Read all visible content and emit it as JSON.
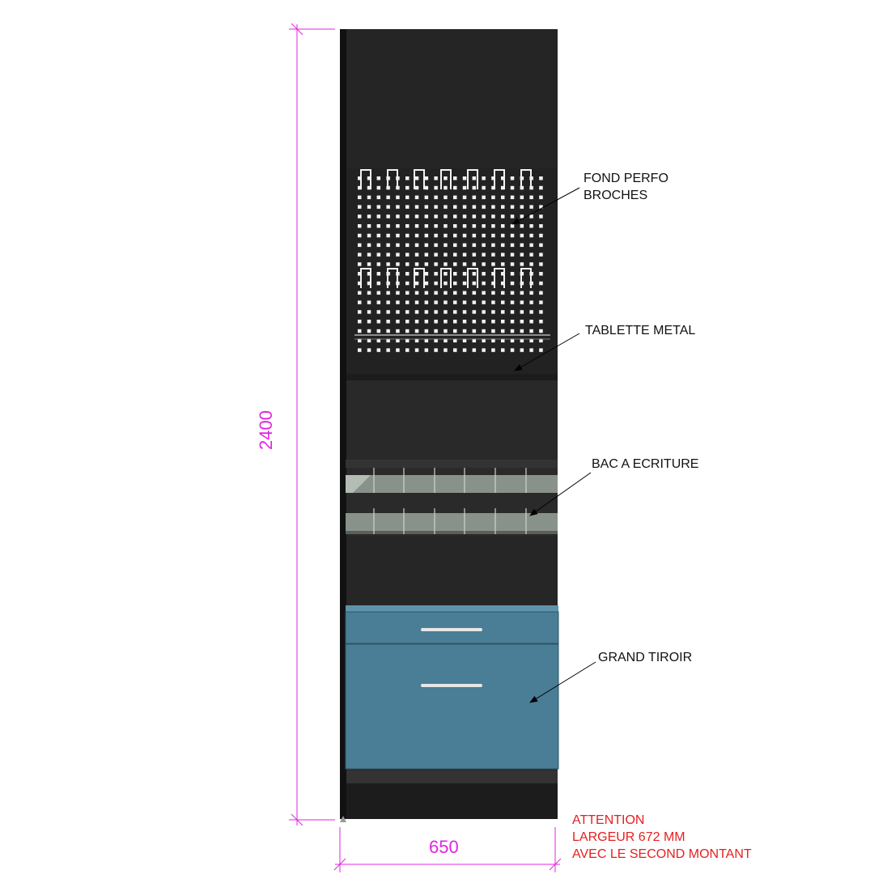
{
  "dimensions": {
    "height": "2400",
    "width": "650"
  },
  "labels": {
    "fond_perfo_line1": "FOND PERFO",
    "fond_perfo_line2": "BROCHES",
    "tablette_metal": "TABLETTE METAL",
    "bac_a_ecriture": "BAC A ECRITURE",
    "grand_tiroir": "GRAND TIROIR"
  },
  "warning": {
    "line1": "ATTENTION",
    "line2": "LARGEUR 672 MM",
    "line3": "AVEC LE SECOND MONTANT"
  },
  "colors": {
    "cabinet": "#2a2a2a",
    "panel": "#262626",
    "drawer": "#4a7d96",
    "dimension": "#e026e0",
    "warning": "#e52020"
  }
}
